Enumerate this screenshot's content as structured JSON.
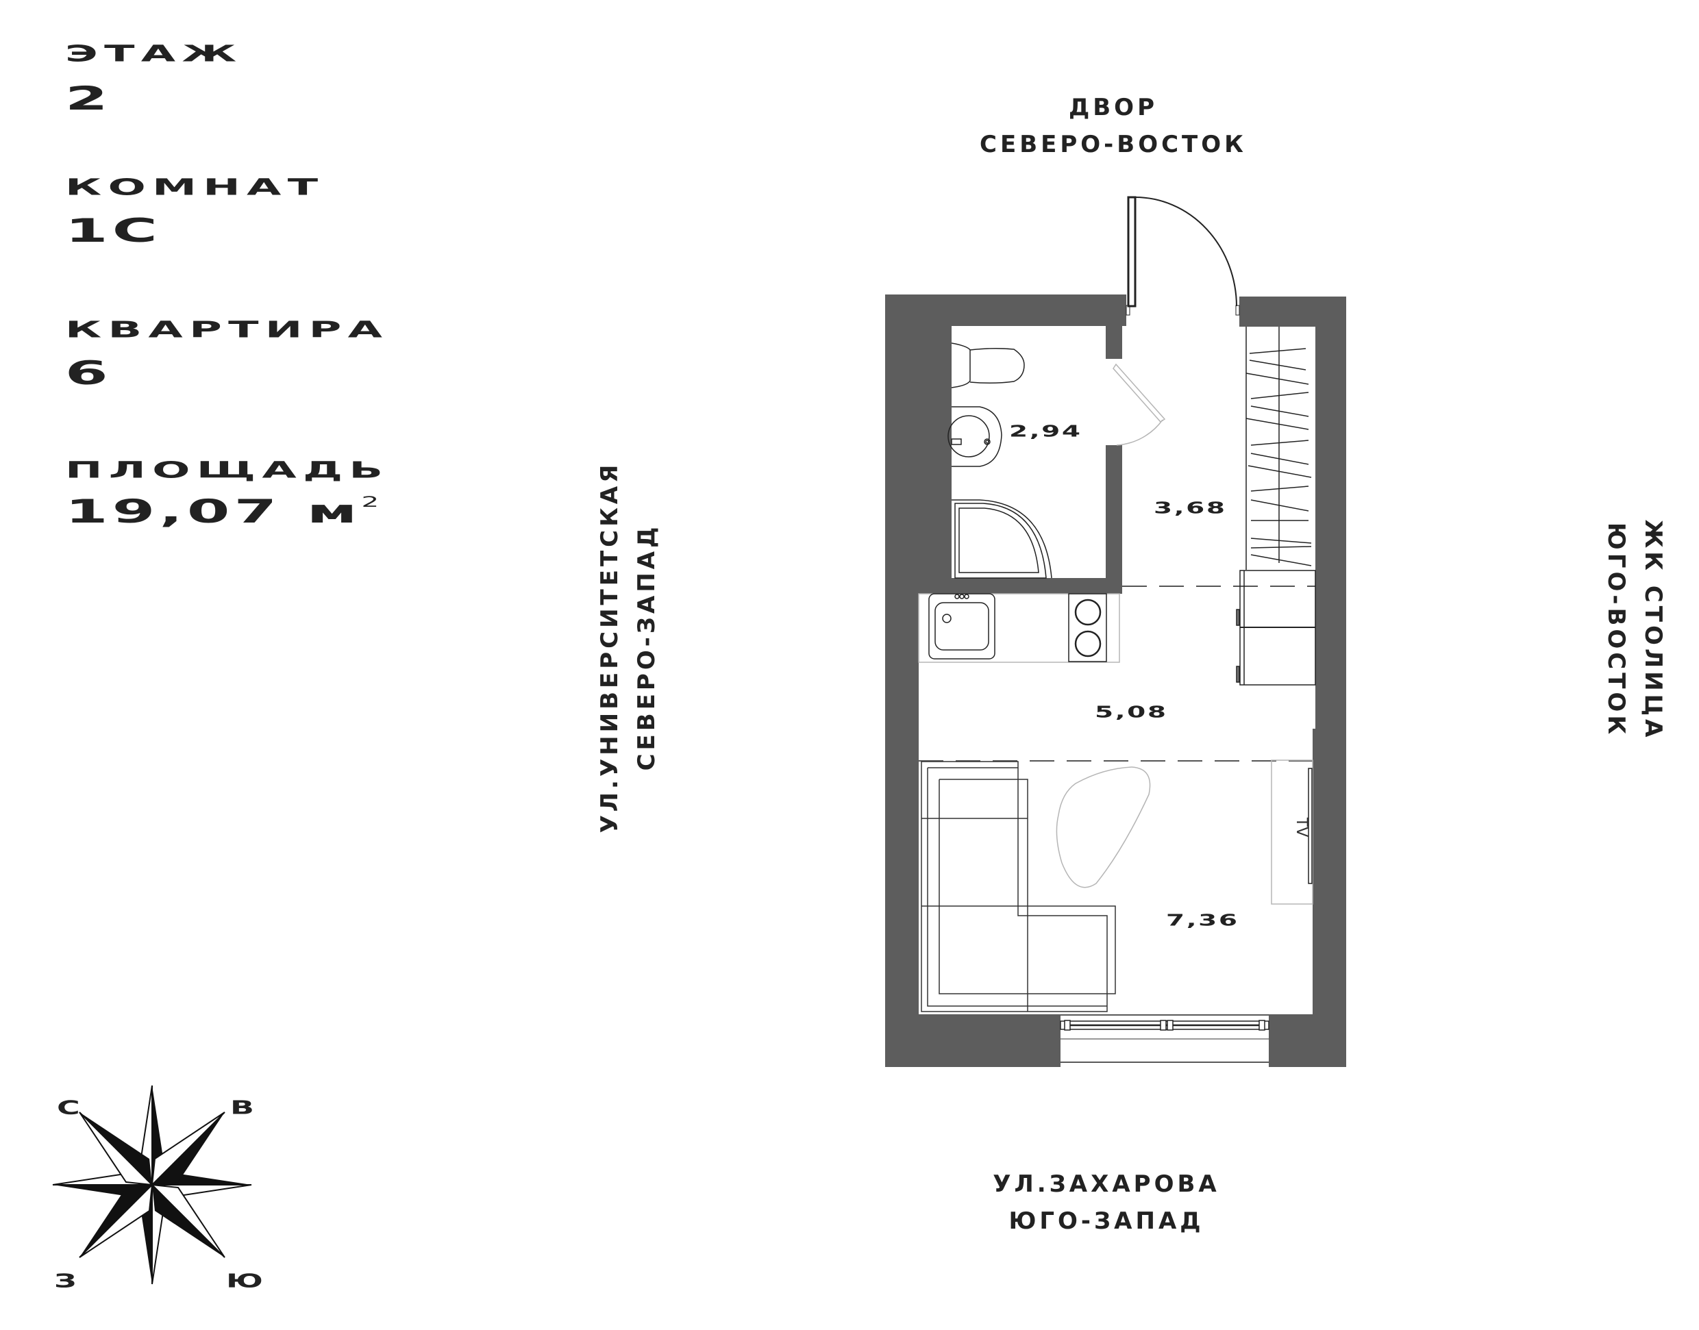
{
  "info": {
    "floor_label": "ЭТАЖ",
    "floor_value": "2",
    "rooms_label": "КОМНАТ",
    "rooms_value": "1С",
    "apartment_label": "КВАРТИРА",
    "apartment_value": "6",
    "area_label": "ПЛОЩАДЬ",
    "area_value": "19,07 м",
    "area_unit_sup": "2"
  },
  "orientation": {
    "top_line1": "ДВОР",
    "top_line2": "СЕВЕРО-ВОСТОК",
    "bottom_line1": "УЛ.ЗАХАРОВА",
    "bottom_line2": "ЮГО-ЗАПАД",
    "left_line1": "УЛ.УНИВЕРСИТЕТСКАЯ",
    "left_line2": "СЕВЕРО-ЗАПАД",
    "right_line1": "ЖК СТОЛИЦА",
    "right_line2": "ЮГО-ВОСТОК"
  },
  "rooms": {
    "bathroom_area": "2,94",
    "hallway_area": "3,68",
    "kitchen_area": "5,08",
    "living_area": "7,36",
    "tv_label": "TV"
  },
  "compass": {
    "north": "С",
    "east": "В",
    "west": "З",
    "south": "Ю"
  },
  "colors": {
    "wall": "#5d5d5d",
    "text": "#222222",
    "line": "#222222",
    "light_line": "#b5b5b5"
  }
}
